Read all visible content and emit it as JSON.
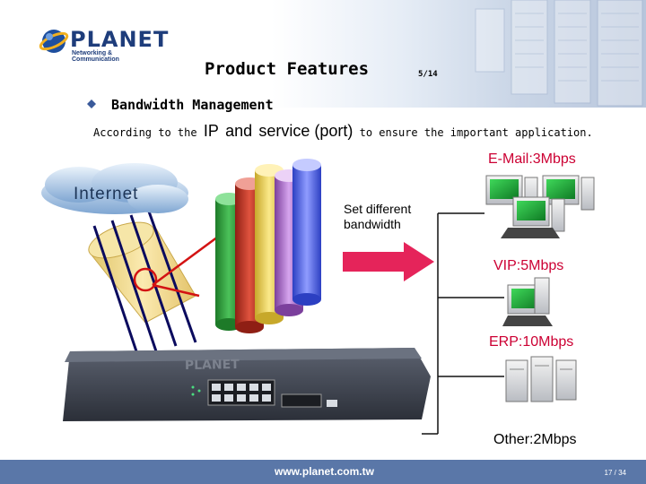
{
  "header": {
    "logo_text": "PLANET",
    "logo_subtitle": "Networking & Communication",
    "title": "Product Features",
    "page_indicator": "5/14"
  },
  "content": {
    "bullet": "Bandwidth Management",
    "description_prefix": "According to the",
    "description_ip": "IP",
    "description_and": "and",
    "description_service": "service (port)",
    "description_suffix": "to ensure the important application."
  },
  "diagram": {
    "internet_label": "Internet",
    "set_bandwidth_label": "Set different bandwidth",
    "email_label": "E-Mail:3Mbps",
    "vip_label": "VIP:5Mbps",
    "erp_label": "ERP:10Mbps",
    "other_label": "Other:2Mbps",
    "device_brand": "PLANET",
    "colors": {
      "pipe_green": "#2f9e3a",
      "pipe_red": "#c0392b",
      "pipe_yellow": "#e8cf4c",
      "pipe_purple": "#a86bc6",
      "pipe_blue": "#5566e8",
      "arrow": "#e5245a",
      "label_red": "#cc0033"
    }
  },
  "footer": {
    "url": "www.planet.com.tw",
    "slide_number": "17 / 34",
    "color": "#5a77a8"
  }
}
